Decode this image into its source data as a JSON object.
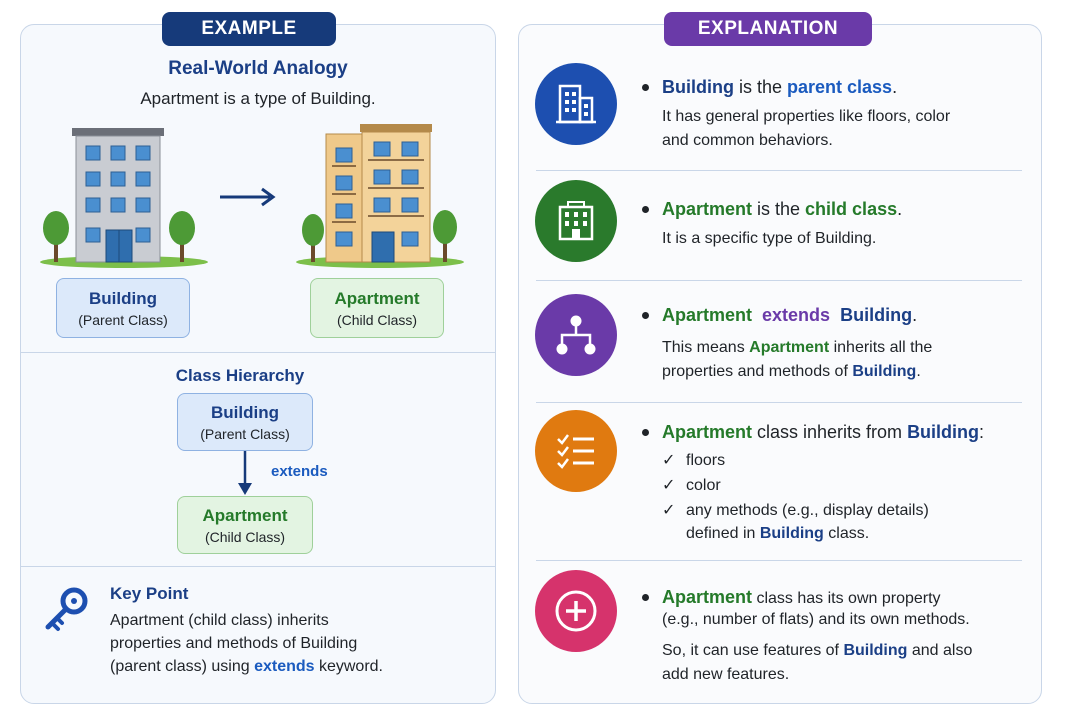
{
  "headers": {
    "example": "EXAMPLE",
    "explanation": "EXPLANATION"
  },
  "analogy": {
    "title": "Real-World Analogy",
    "subtitle": "Apartment is a type of Building."
  },
  "classes": {
    "parent": {
      "name": "Building",
      "role": "(Parent Class)"
    },
    "child": {
      "name": "Apartment",
      "role": "(Child Class)"
    }
  },
  "hierarchy": {
    "title": "Class Hierarchy",
    "relation": "extends"
  },
  "key_point": {
    "title": "Key Point",
    "line1": "Apartment (child class) inherits",
    "line2": "properties and methods of Building",
    "line3_pre": "(parent class) using ",
    "line3_kw": "extends",
    "line3_post": " keyword."
  },
  "explanation": {
    "item1": {
      "head_a": "Building",
      "head_b": " is the ",
      "head_c": "parent class",
      "head_d": ".",
      "body1": "It has general properties like floors, color",
      "body2": "and common behaviors."
    },
    "item2": {
      "head_a": "Apartment",
      "head_b": " is the ",
      "head_c": "child class",
      "head_d": ".",
      "body1": "It is a specific type of Building."
    },
    "item3": {
      "head_a": "Apartment",
      "head_b": "extends",
      "head_c": "Building",
      "head_d": ".",
      "body1_pre": "This means ",
      "body1_kw": "Apartment",
      "body1_post": " inherits all the",
      "body2_pre": "properties and methods of ",
      "body2_kw": "Building",
      "body2_post": "."
    },
    "item4": {
      "head_a": "Apartment",
      "head_b": " class inherits from ",
      "head_c": "Building",
      "head_d": ":",
      "check_mark": "✓",
      "checks": [
        "floors",
        "color",
        "any methods (e.g., display details)"
      ],
      "check3_cont_pre": "defined in ",
      "check3_cont_kw": "Building",
      "check3_cont_post": " class."
    },
    "item5": {
      "head_a": "Apartment",
      "head_b": " class has its own property",
      "body1": "(e.g., number of flats) and its own methods.",
      "body2_pre": "So, it can use features of ",
      "body2_kw": "Building",
      "body2_post": " and also",
      "body3": "add new features."
    }
  },
  "colors": {
    "navy": "#163a7a",
    "purple": "#6a3aa8",
    "blue_icon": "#1d4fb0",
    "green_icon": "#2a7a2c",
    "purple_icon": "#6a3aa8",
    "orange_icon": "#e07a10",
    "pink_icon": "#d6336c"
  },
  "icons": [
    "building-icon",
    "arrow-right-icon",
    "apartment-icon",
    "tree-icon",
    "office-icon",
    "hierarchy-icon",
    "checklist-icon",
    "plus-icon",
    "key-icon",
    "arrow-down-icon"
  ]
}
